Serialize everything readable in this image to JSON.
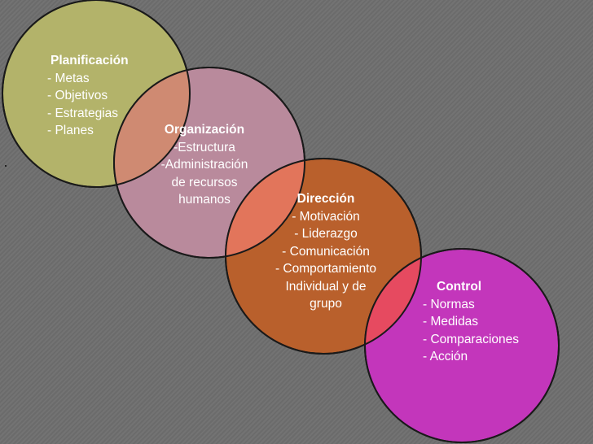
{
  "colors": {
    "background": "#6e6e6e",
    "circle_outline": "#1a1a1a",
    "text": "#ffffff"
  },
  "circles": [
    {
      "id": "planificacion",
      "fill": "#b3b36a"
    },
    {
      "id": "organizacion",
      "fill": "#b98a9c"
    },
    {
      "id": "direccion",
      "fill": "#b9602c"
    },
    {
      "id": "control",
      "fill": "#c336bb"
    }
  ],
  "overlaps": [
    {
      "between": [
        "planificacion",
        "organizacion"
      ],
      "fill": "#cf8a72"
    },
    {
      "between": [
        "organizacion",
        "direccion"
      ],
      "fill": "#e2755b"
    },
    {
      "between": [
        "direccion",
        "control"
      ],
      "fill": "#e64a60"
    }
  ],
  "planificacion": {
    "title": "Planificación",
    "items": [
      "- Metas",
      "- Objetivos",
      "- Estrategias",
      "- Planes"
    ]
  },
  "organizacion": {
    "title": "Organización",
    "items": [
      "-Estructura",
      "-Administración",
      "de recursos",
      "humanos"
    ]
  },
  "direccion": {
    "title": "Dirección",
    "items": [
      "- Motivación",
      "- Liderazgo",
      "- Comunicación",
      "- Comportamiento",
      "Individual y de",
      "grupo"
    ]
  },
  "control": {
    "title": "Control",
    "items": [
      "- Normas",
      "- Medidas",
      "- Comparaciones",
      "- Acción"
    ]
  }
}
